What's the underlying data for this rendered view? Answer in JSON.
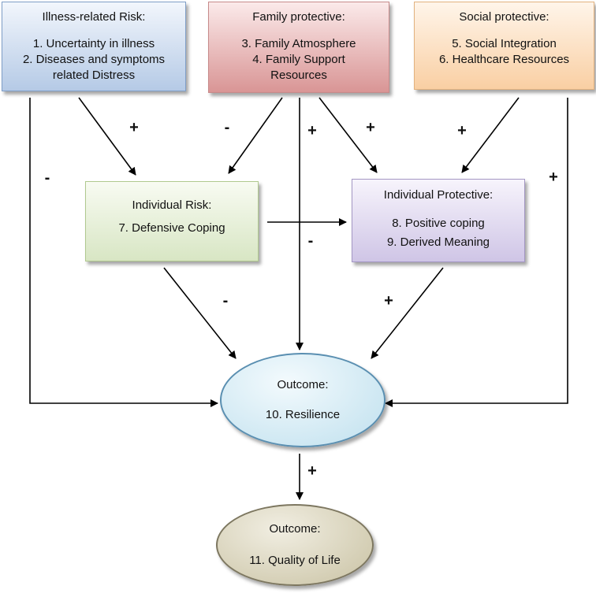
{
  "nodes": {
    "illness": {
      "title": "Illness-related Risk:",
      "items": [
        "1.  Uncertainty in illness",
        "2. Diseases and symptoms",
        "related Distress"
      ]
    },
    "family": {
      "title": "Family protective:",
      "items": [
        "3. Family Atmosphere",
        "4. Family Support",
        "Resources"
      ]
    },
    "social": {
      "title": "Social protective:",
      "items": [
        "5. Social Integration",
        "6. Healthcare Resources"
      ]
    },
    "individual_risk": {
      "title": "Individual Risk:",
      "items": [
        "7. Defensive Coping"
      ]
    },
    "individual_protective": {
      "title": "Individual Protective:",
      "items": [
        "8. Positive coping",
        "9. Derived Meaning"
      ]
    },
    "resilience": {
      "title": "Outcome:",
      "items": [
        "10. Resilience"
      ]
    },
    "quality_of_life": {
      "title": "Outcome:",
      "items": [
        "11. Quality of Life"
      ]
    }
  },
  "edges": [
    {
      "from": "illness",
      "to": "individual_risk",
      "sign": "+"
    },
    {
      "from": "illness",
      "to": "resilience",
      "sign": "-"
    },
    {
      "from": "family",
      "to": "individual_risk",
      "sign": "-"
    },
    {
      "from": "family",
      "to": "resilience",
      "sign": "+"
    },
    {
      "from": "family",
      "to": "individual_protective",
      "sign": "+"
    },
    {
      "from": "social",
      "to": "individual_protective",
      "sign": "+"
    },
    {
      "from": "social",
      "to": "resilience",
      "sign": "+"
    },
    {
      "from": "individual_risk",
      "to": "individual_protective",
      "sign": "-"
    },
    {
      "from": "individual_risk",
      "to": "resilience",
      "sign": "-"
    },
    {
      "from": "individual_protective",
      "to": "resilience",
      "sign": "+"
    },
    {
      "from": "resilience",
      "to": "quality_of_life",
      "sign": "+"
    }
  ],
  "colors": {
    "illness": "#b5cae6",
    "family": "#d99595",
    "social": "#f9cfa3",
    "individual_risk": "#d8e6c4",
    "individual_protective": "#cfc5e6",
    "resilience": "#bfe0ee",
    "quality_of_life": "#c9c2a3",
    "arrow": "#000000"
  }
}
